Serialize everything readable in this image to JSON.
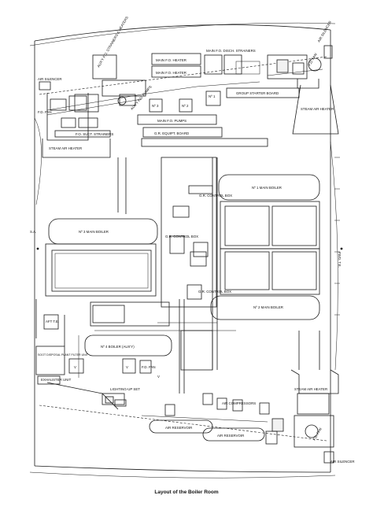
{
  "caption": "Layout of the Boiler Room",
  "labels": {
    "air_silencer_tr": "AIR SILENCER",
    "air_silencer_l": "AIR SILENCER",
    "air_silencer_br": "AIR SILENCER",
    "fd_fan_tr": "F.D. FAN",
    "fd_fan_l": "F.D. FAN",
    "fd_fan_br": "F.D. FAN",
    "fd_fan_mid": "F.D. FAN",
    "main_fo_disch_strainers": "MAIN F.O. DISCH. STRAINERS",
    "main_fo_heater_1": "MAIN F.O. HEATER",
    "main_fo_heater_2": "MAIN F.O. HEATER",
    "auxy_fo_strainers_heaters": "AUX'Y F.O. STRAINERS & HEATERS",
    "auxy_fo_pumps": "AUX'Y F.O. PUMPS",
    "no3": "Nº 3",
    "no2": "Nº 2",
    "no1": "Nº 1",
    "group_starter_board": "GROUP STARTER BOARD",
    "main_fo_pumps": "MAIN F.O. PUMPS",
    "fo_suct_strainers": "F.O. SUCT. STRAINERS",
    "gr_equipt_board": "G.R. EQUIPT. BOARD",
    "steam_air_heater_tr": "STEAM AIR HEATER",
    "steam_air_heater_l": "STEAM AIR HEATER",
    "steam_air_heater_br": "STEAM AIR HEATER",
    "no1_main_boiler": "Nº 1 MAIN BOILER",
    "no2_main_boiler": "Nº 2 MAIN BOILER",
    "no3_main_boiler": "Nº 3 MAIN BOILER",
    "no4_boiler": "Nº 4 BOILER (AUX'Y)",
    "gr_control_box_1": "G.R. CONTROL BOX",
    "gr_control_box_2": "G.R. CONTROL BOX",
    "gr_control_box_3": "G.R. CONTROL BOX",
    "sa": "S.A.",
    "aft_te": "AFT T.E.",
    "soot_disposal": "SOOT DISPOSAL PLANT FILTER UNIT",
    "v1": "V",
    "v2": "V",
    "v3": "V",
    "exhauster_unit": "EXHAUSTER UNIT",
    "lighting_up_set": "LIGHTING-UP SET",
    "air_compressors": "AIR COMPRESSORS",
    "air_reservoir_1": "AIR RESERVOIR",
    "air_reservoir_2": "AIR RESERVOIR",
    "fwd_te": "FWD. T.E."
  }
}
